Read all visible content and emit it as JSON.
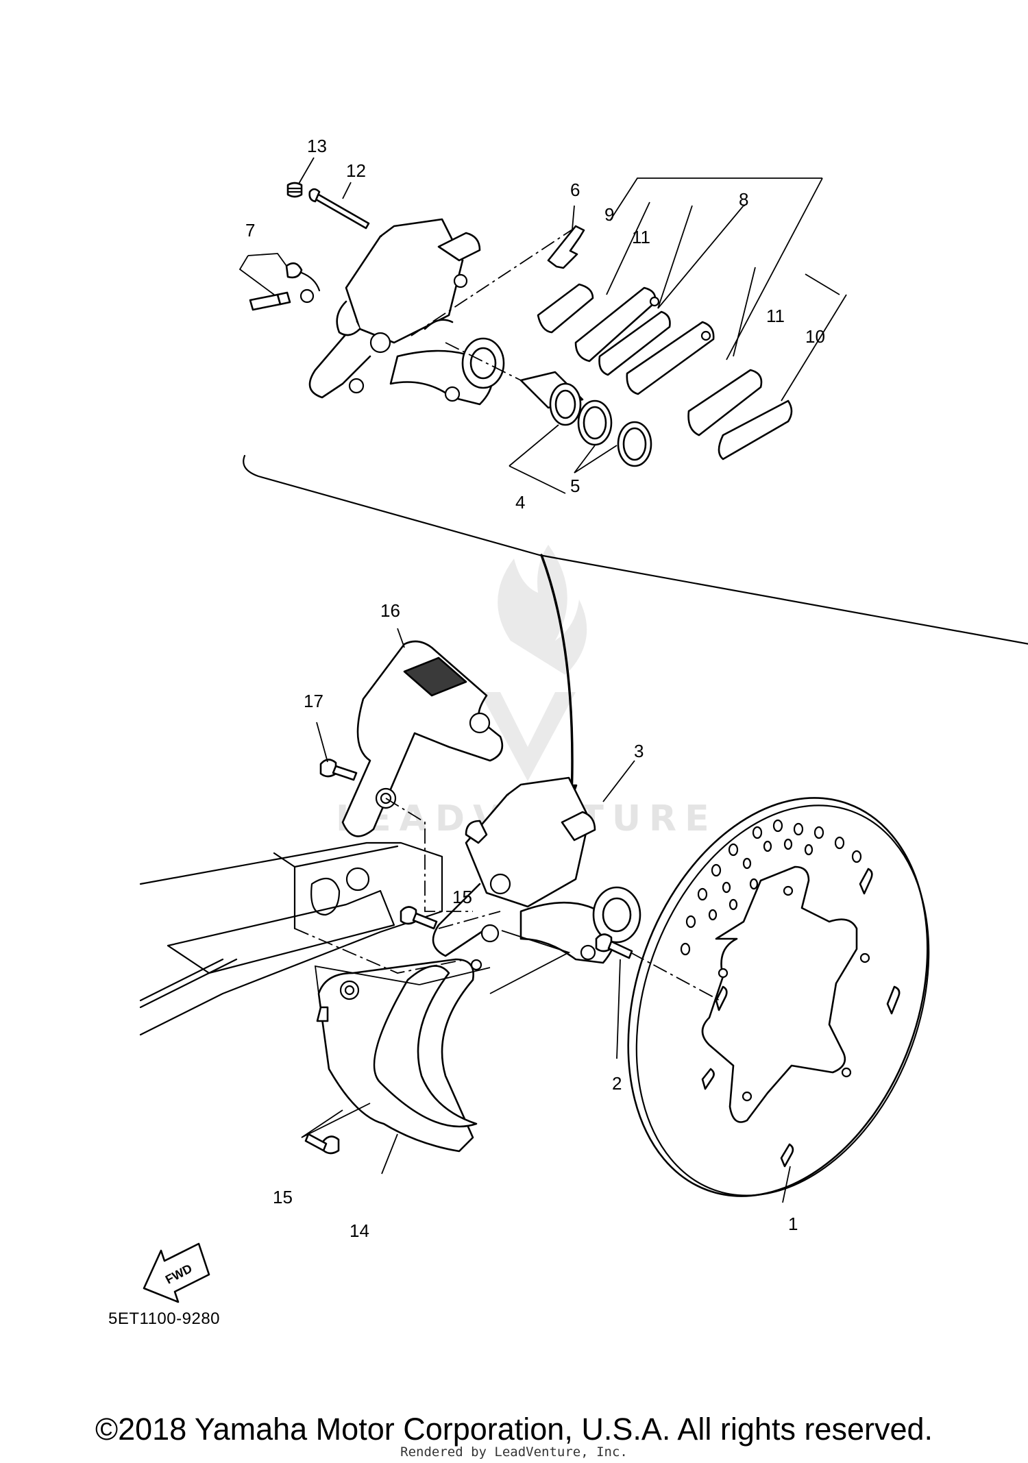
{
  "diagram": {
    "callouts": {
      "c1": "1",
      "c2": "2",
      "c3": "3",
      "c4": "4",
      "c5": "5",
      "c6": "6",
      "c7": "7",
      "c8": "8",
      "c9": "9",
      "c10": "10",
      "c11a": "11",
      "c11b": "11",
      "c12": "12",
      "c13": "13",
      "c14": "14",
      "c15a": "15",
      "c15b": "15",
      "c16": "16",
      "c17": "17"
    },
    "fwd_label": "FWD",
    "diagram_code": "5ET1100-9280",
    "watermark_text": "LEADVENTURE"
  },
  "footer": {
    "copyright": "©2018 Yamaha Motor Corporation, U.S.A. All rights reserved.",
    "rendered_by": "Rendered by LeadVenture, Inc."
  }
}
